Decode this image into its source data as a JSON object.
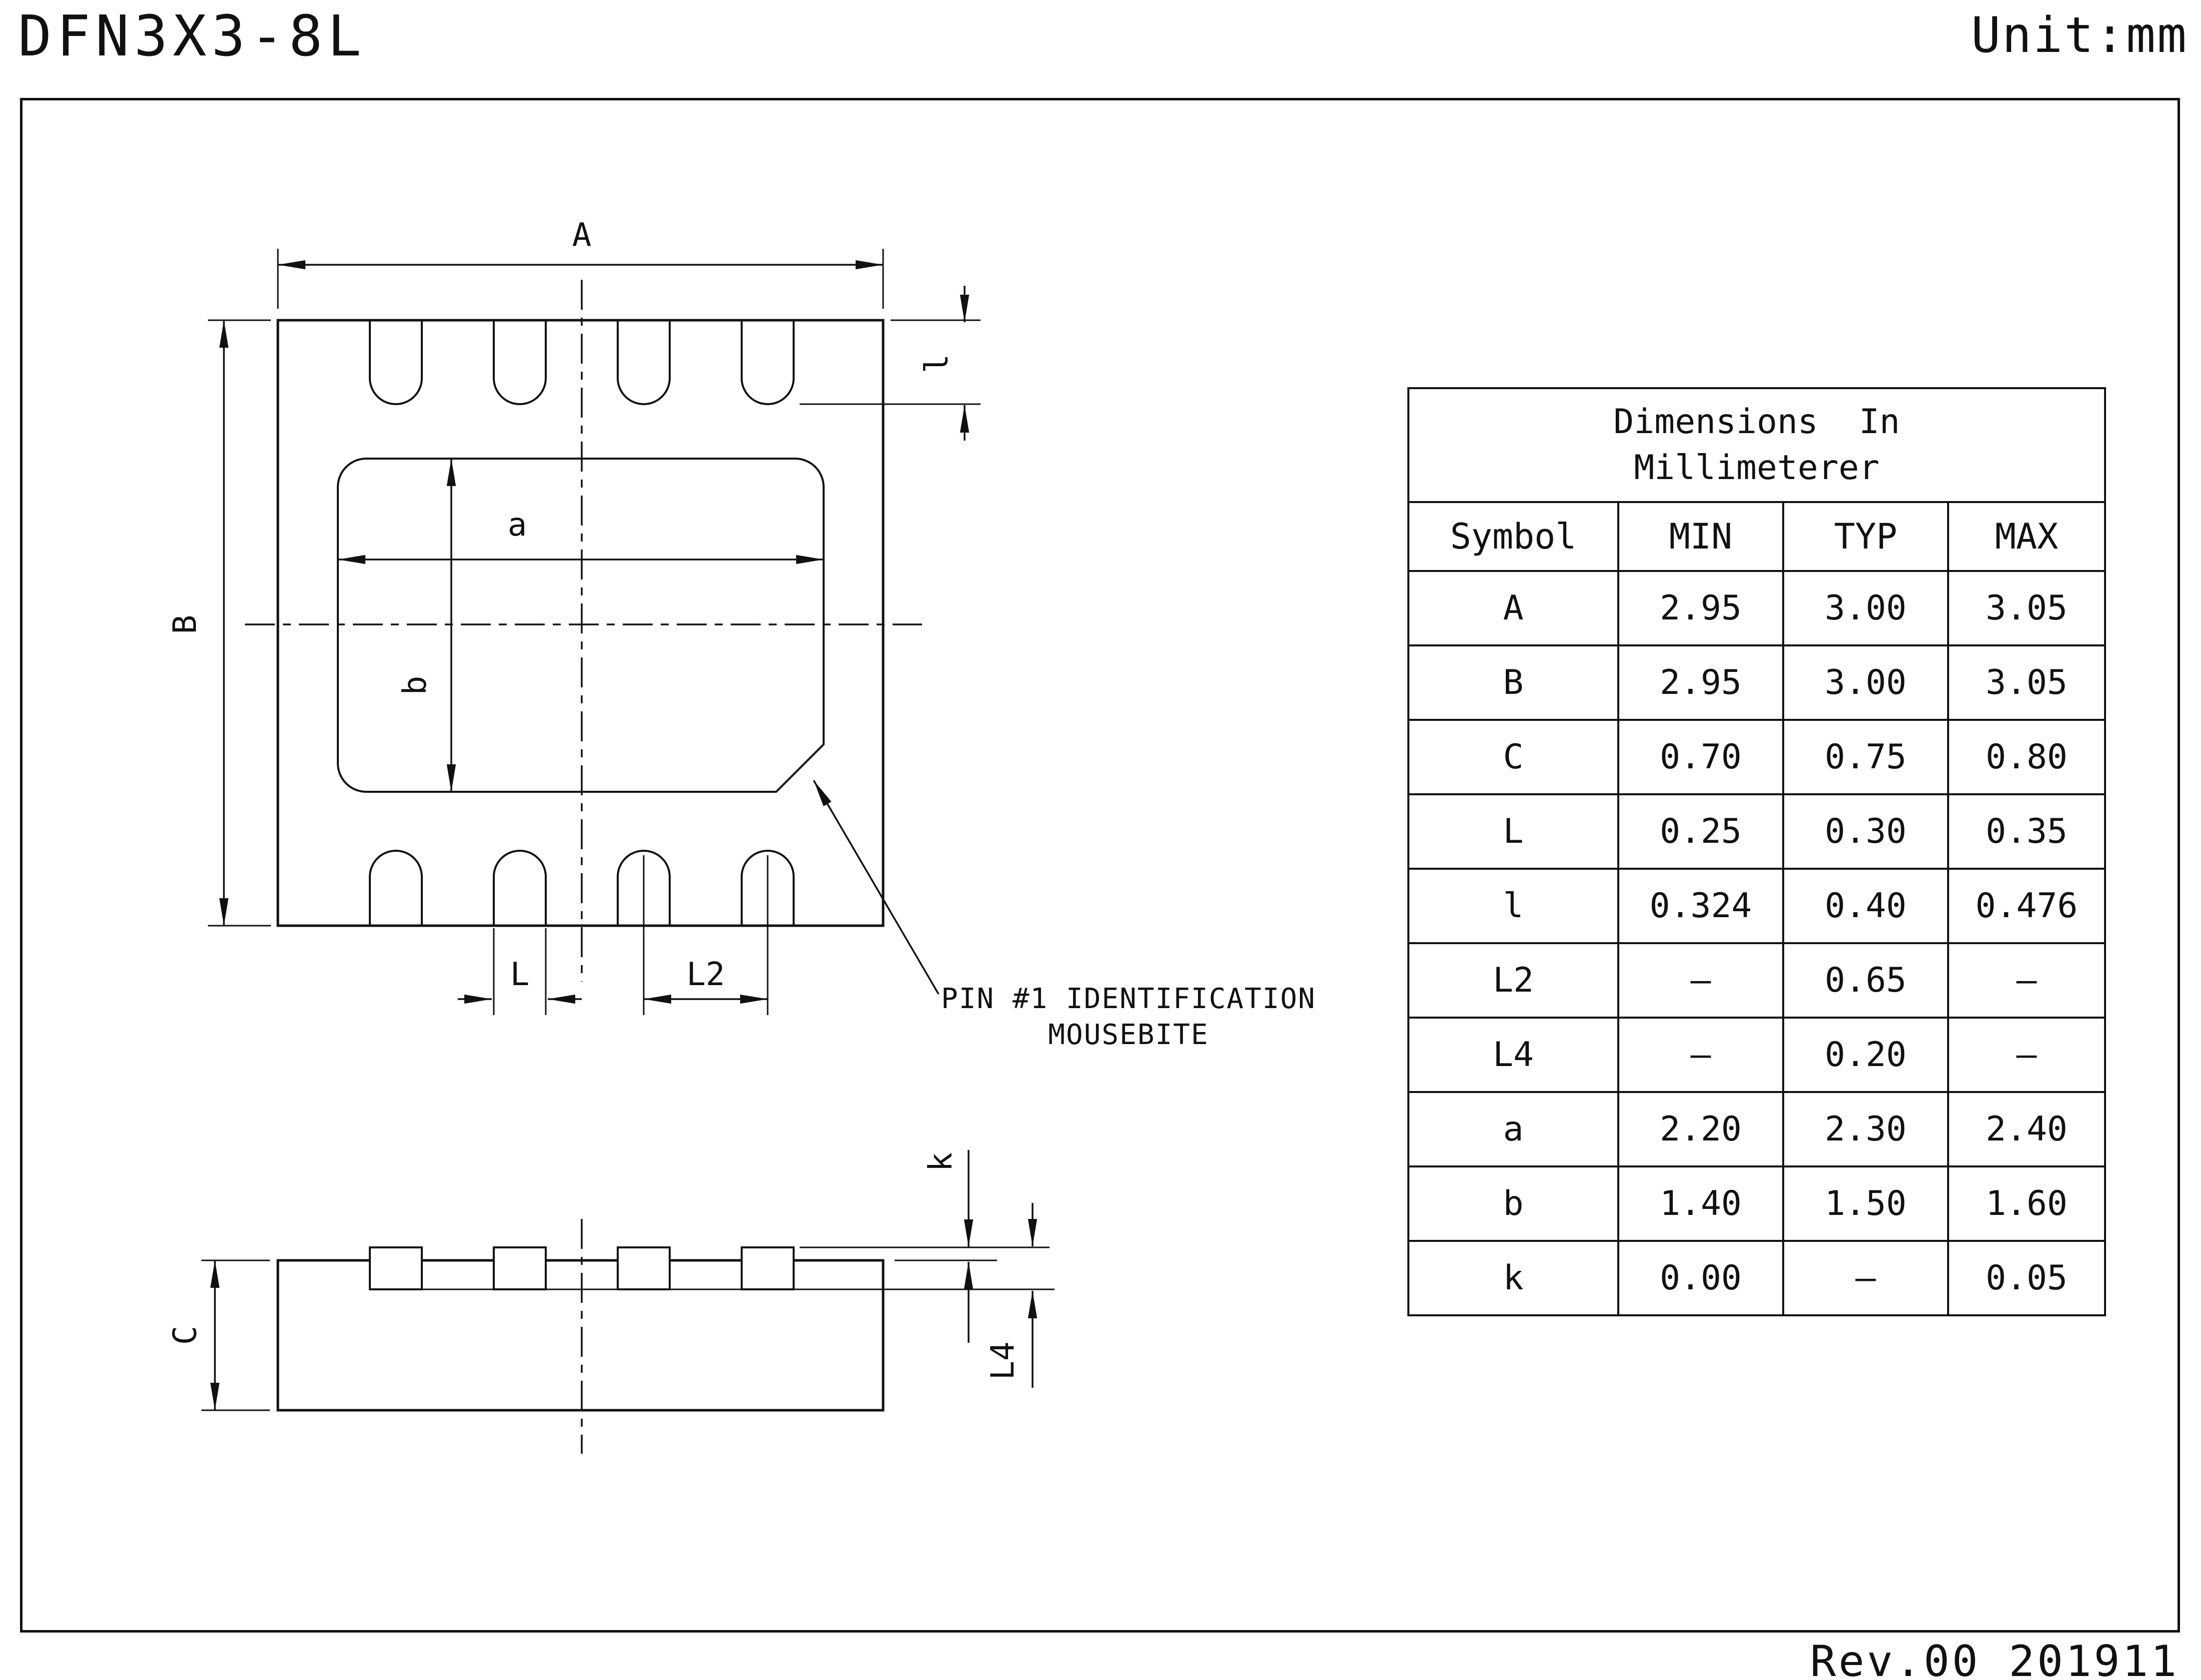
{
  "header": {
    "title": "DFN3X3-8L",
    "unit": "Unit:mm"
  },
  "footer": {
    "revision": "Rev.00 201911"
  },
  "drawing": {
    "labels": {
      "A": "A",
      "B": "B",
      "a": "a",
      "b": "b",
      "l": "l",
      "L": "L",
      "L2": "L2",
      "C": "C",
      "k": "k",
      "L4": "L4"
    },
    "annotation": {
      "line1": "PIN #1 IDENTIFICATION",
      "line2": "MOUSEBITE"
    }
  },
  "table": {
    "title_line1": "Dimensions  In",
    "title_line2": "Millimeterer",
    "columns": [
      "Symbol",
      "MIN",
      "TYP",
      "MAX"
    ],
    "rows": [
      {
        "symbol": "A",
        "min": "2.95",
        "typ": "3.00",
        "max": "3.05"
      },
      {
        "symbol": "B",
        "min": "2.95",
        "typ": "3.00",
        "max": "3.05"
      },
      {
        "symbol": "C",
        "min": "0.70",
        "typ": "0.75",
        "max": "0.80"
      },
      {
        "symbol": "L",
        "min": "0.25",
        "typ": "0.30",
        "max": "0.35"
      },
      {
        "symbol": "l",
        "min": "0.324",
        "typ": "0.40",
        "max": "0.476"
      },
      {
        "symbol": "L2",
        "min": "–",
        "typ": "0.65",
        "max": "–"
      },
      {
        "symbol": "L4",
        "min": "–",
        "typ": "0.20",
        "max": "–"
      },
      {
        "symbol": "a",
        "min": "2.20",
        "typ": "2.30",
        "max": "2.40"
      },
      {
        "symbol": "b",
        "min": "1.40",
        "typ": "1.50",
        "max": "1.60"
      },
      {
        "symbol": "k",
        "min": "0.00",
        "typ": "–",
        "max": "0.05"
      }
    ]
  }
}
